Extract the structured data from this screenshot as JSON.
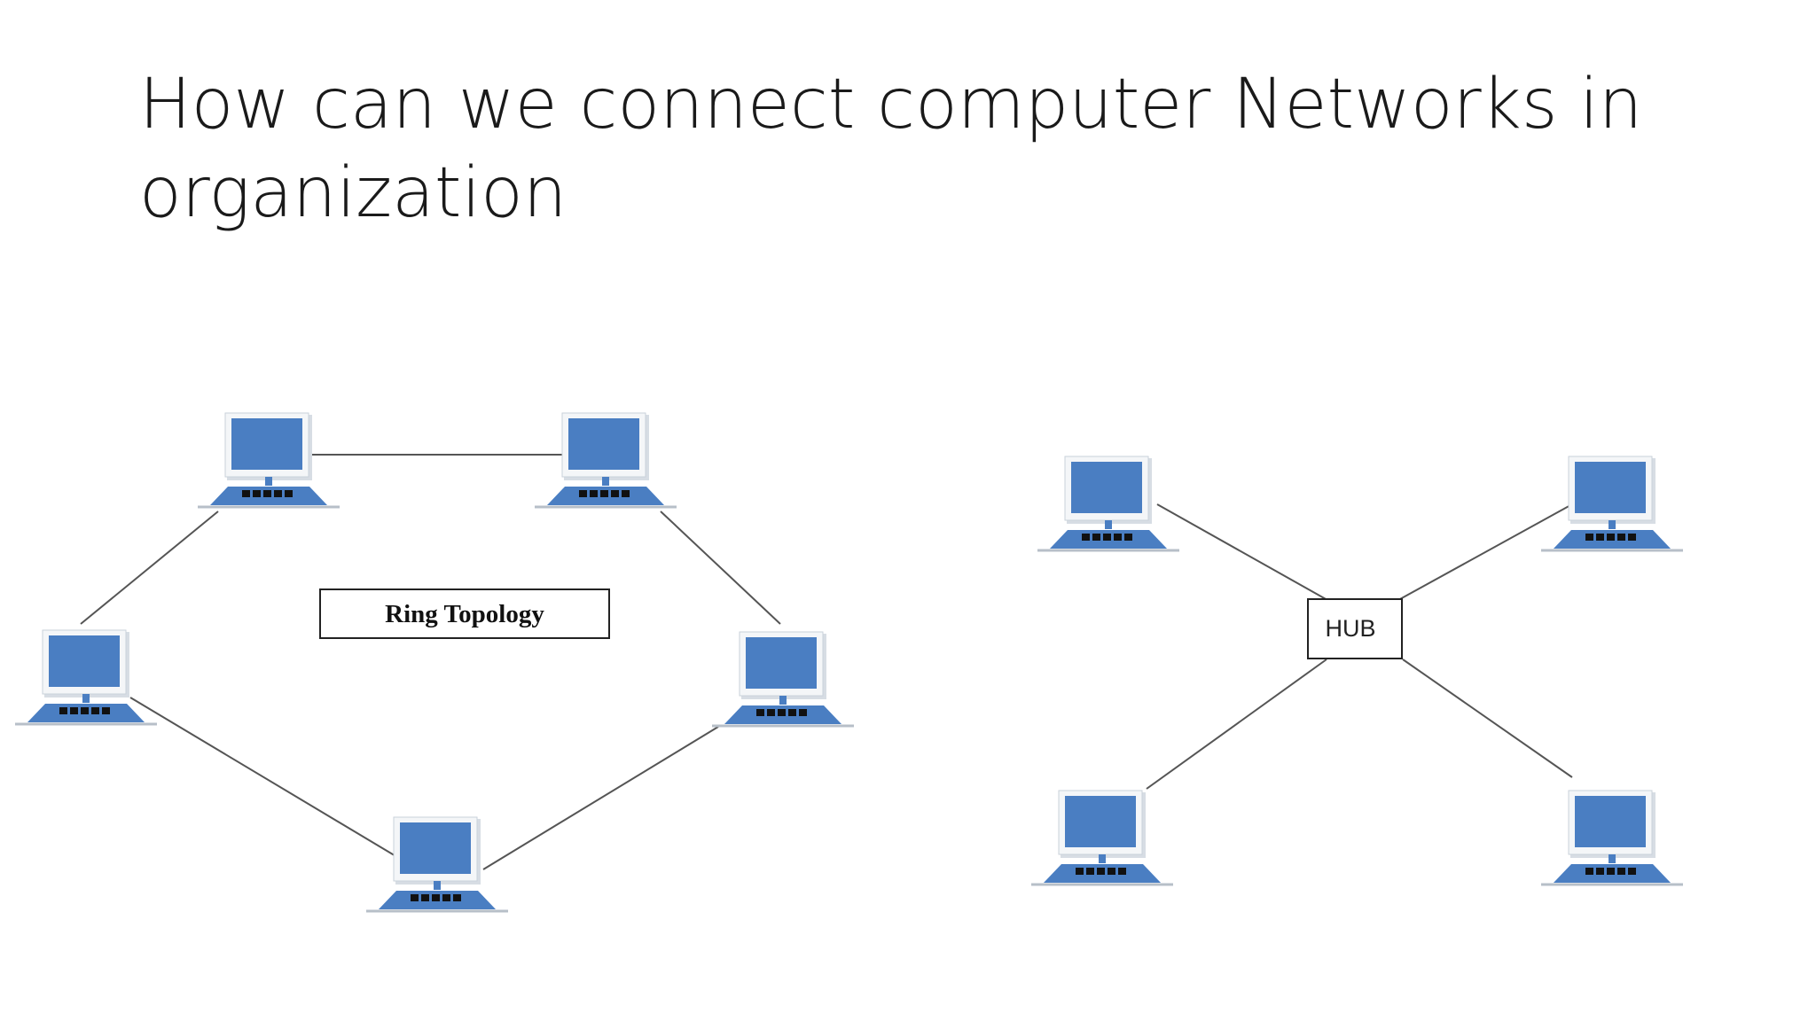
{
  "slide": {
    "title": "How can we connect computer Networks in organization"
  },
  "ring_diagram": {
    "label": "Ring Topology",
    "node_count": 5
  },
  "star_diagram": {
    "hub_label": "HUB",
    "node_count": 4
  },
  "colors": {
    "screen_blue": "#4a7ec2",
    "screen_frame": "#f4f6f8",
    "base_blue": "#4a7ec2",
    "keyboard_keys": "#111111",
    "link_line": "#555555",
    "label_border": "#222222",
    "title_text": "#1a1a1a"
  },
  "icons": {
    "node": "desktop-computer-icon"
  }
}
